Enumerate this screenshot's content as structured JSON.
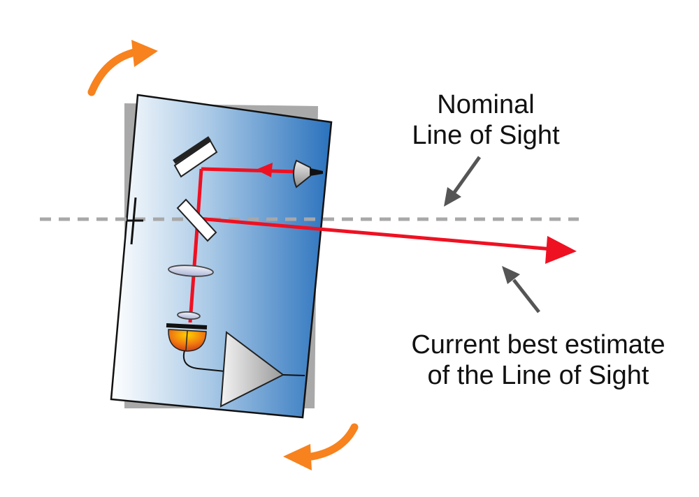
{
  "labels": {
    "nominal_line1": "Nominal",
    "nominal_line2": "Line of Sight",
    "estimate_line1": "Current best estimate",
    "estimate_line2": "of the Line of Sight"
  },
  "colors": {
    "beam": "#ee1122",
    "rotation_arrow": "#f7821e",
    "nominal_line": "#a8a8a8",
    "pointer_arrow": "#555555",
    "panel_light": "#ffffff",
    "panel_dark": "#2a72bd",
    "panel_shadow": "#a9a9a9",
    "detector": "#e85a10"
  }
}
